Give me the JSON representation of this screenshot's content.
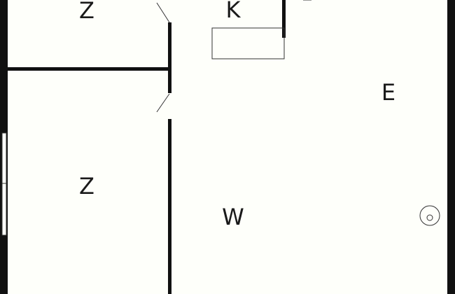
{
  "floor_plan": {
    "rooms": [
      {
        "id": "bedroom-top",
        "label": "Z"
      },
      {
        "id": "kitchen",
        "label": "K"
      },
      {
        "id": "dining",
        "label": "E"
      },
      {
        "id": "bedroom-bottom",
        "label": "Z"
      },
      {
        "id": "living",
        "label": "W"
      }
    ]
  },
  "colors": {
    "background": "#fefffa",
    "wall": "#111111",
    "fixture_line": "#333333",
    "text": "#1a1a1a"
  }
}
